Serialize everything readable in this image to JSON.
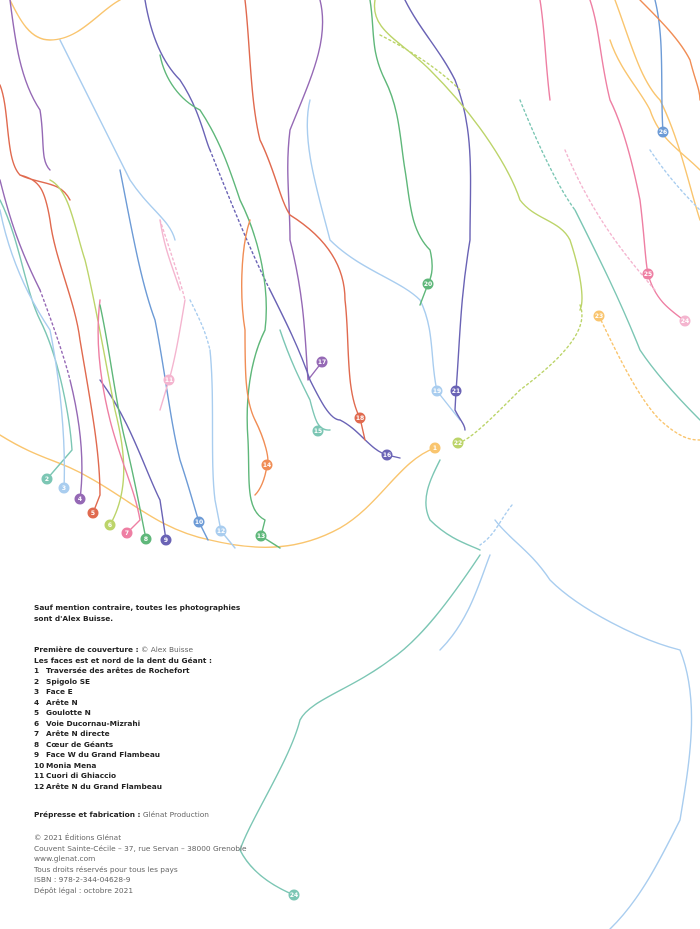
{
  "colors": {
    "orange_yellow": "#f9c56f",
    "teal": "#7cc6b4",
    "light_blue": "#a9cdef",
    "blue": "#6d9bd6",
    "purple": "#9569b5",
    "indigo": "#6a63b5",
    "red": "#e06a4f",
    "lime": "#bcd46a",
    "pink": "#ee7fa3",
    "green": "#5fb77a",
    "light_pink": "#f4b5cf",
    "orange": "#f08d55"
  },
  "markers": [
    "1",
    "2",
    "3",
    "4",
    "5",
    "6",
    "7",
    "8",
    "9",
    "10",
    "11",
    "12",
    "13",
    "14",
    "15",
    "16",
    "17",
    "18",
    "19",
    "20",
    "21",
    "22",
    "23",
    "24",
    "25",
    "26",
    "24"
  ],
  "credits": {
    "photos_line1": "Sauf mention contraire, toutes les photographies",
    "photos_line2": "sont d'Alex Buisse.",
    "cover_label": "Première de couverture :",
    "cover_value": " © Alex Buisse",
    "legend_title": "Les faces est et nord de la dent du Géant :",
    "routes": [
      {
        "n": "1",
        "name": "Traversée des arêtes de Rochefort"
      },
      {
        "n": "2",
        "name": "Spigolo SE"
      },
      {
        "n": "3",
        "name": "Face E"
      },
      {
        "n": "4",
        "name": "Arête N"
      },
      {
        "n": "5",
        "name": "Goulotte N"
      },
      {
        "n": "6",
        "name": "Voie Ducornau-Mizrahi"
      },
      {
        "n": "7",
        "name": "Arête N directe"
      },
      {
        "n": "8",
        "name": "Cœur de Géants"
      },
      {
        "n": "9",
        "name": "Face W du Grand Flambeau"
      },
      {
        "n": "10",
        "name": "Monia Mena"
      },
      {
        "n": "11",
        "name": "Cuori di Ghiaccio"
      },
      {
        "n": "12",
        "name": "Arête N du Grand Flambeau"
      }
    ],
    "prepress_label": "Prépresse et fabrication :",
    "prepress_value": " Glénat Production",
    "copyright": "© 2021 Éditions Glénat",
    "address": "Couvent Sainte-Cécile – 37, rue Servan – 38000 Grenoble",
    "website": "www.glenat.com",
    "rights": "Tous droits réservés pour tous les pays",
    "isbn": "ISBN : 978-2-344-04628-9",
    "legal_deposit": "Dépôt légal : octobre 2021"
  }
}
